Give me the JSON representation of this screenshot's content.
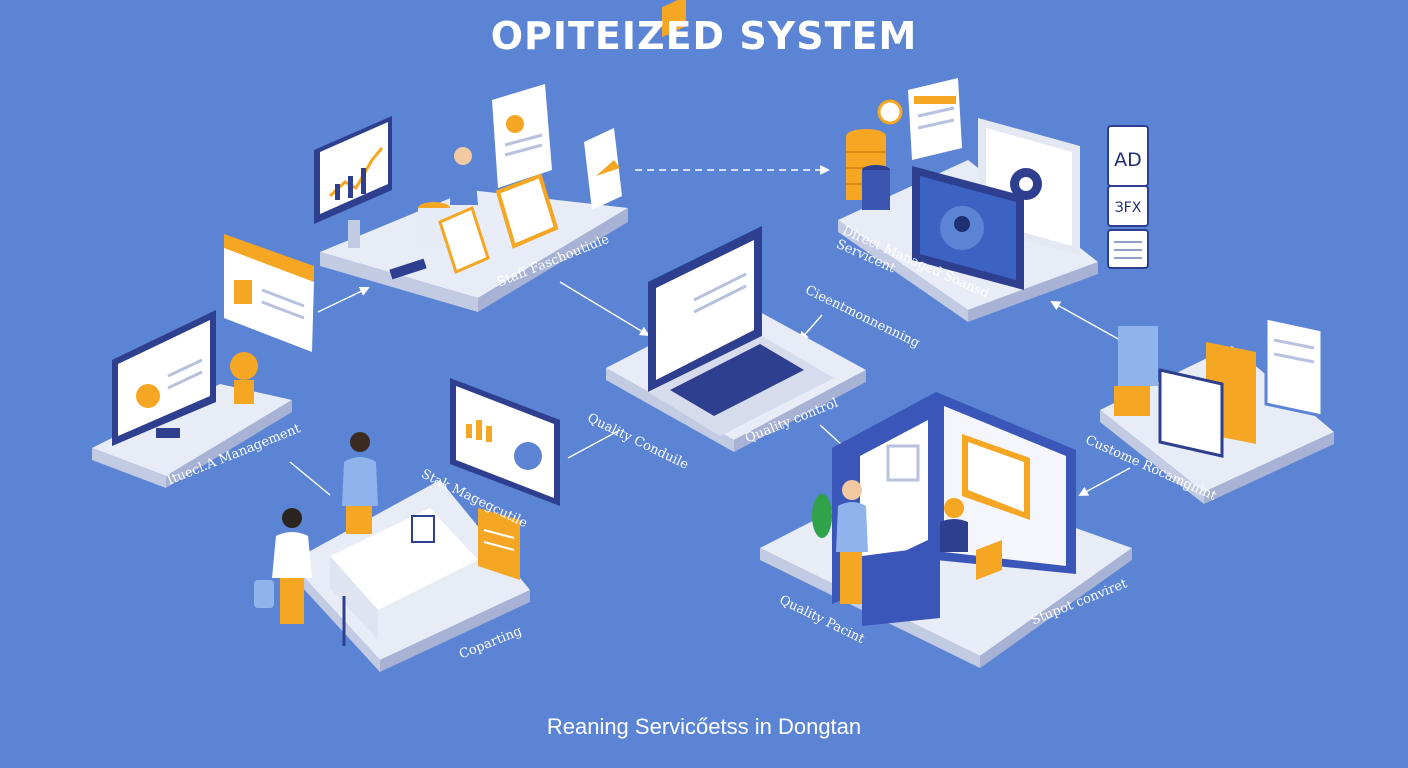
{
  "title": "OPITEIZED SYSTEM",
  "subtitle": "Reaning Servicőetss in Dongtan",
  "colors": {
    "background": "#5b84d4",
    "accent": "#f5a623",
    "platform": "#e8ecf6",
    "navy": "#2e3f8f"
  },
  "labels": {
    "staff": "Staff Faschoutiule",
    "direct": "Direct Managed Soansd Servicent",
    "inventory": "Ituecl.A Management",
    "client": "Cieentmonnenning",
    "quality_module": "Quality Conduile",
    "quality_control": "Quality control",
    "stak": "Stak Magegcutile",
    "custome": "Custome Rocamgnint",
    "coparting": "Coparting",
    "quality_patient": "Quality Pacint",
    "support": "Stupot conviret"
  },
  "badges": {
    "ad": "AD",
    "fx": "ЗFX"
  }
}
